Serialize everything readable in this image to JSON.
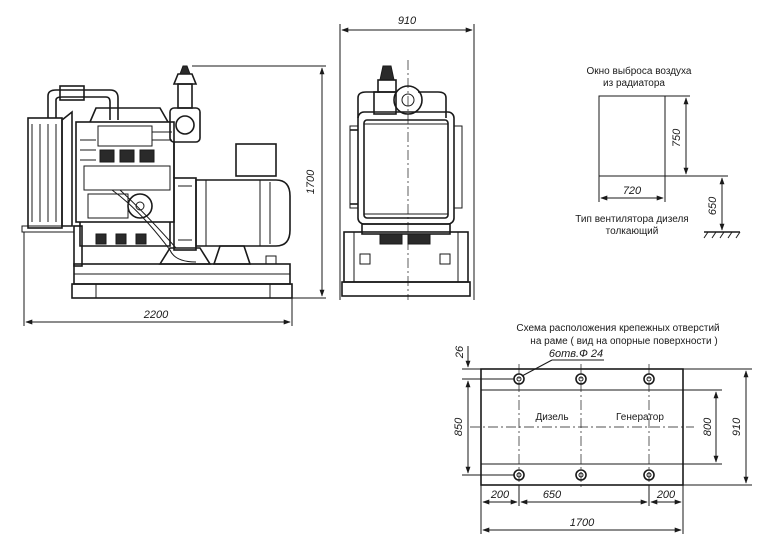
{
  "dimensions": {
    "side_length": "2200",
    "side_height": "1700",
    "front_width": "910",
    "window_width": "720",
    "window_height": "750",
    "fan_height": "650",
    "hole_top_offset": "26",
    "hole_spec": "6отв.Ф 24",
    "frame_height": "850",
    "frame_inner": "800",
    "frame_outer": "910",
    "seg_left": "200",
    "seg_mid": "650",
    "seg_right": "200",
    "frame_length": "1700"
  },
  "labels": {
    "window_title_1": "Окно выброса воздуха",
    "window_title_2": "из радиатора",
    "fan_1": "Тип вентилятора дизеля",
    "fan_2": "толкающий",
    "scheme_1": "Схема расположения крепежных отверстий",
    "scheme_2": "на раме ( вид на опорные поверхности )",
    "diesel": "Дизель",
    "generator": "Генератор"
  }
}
